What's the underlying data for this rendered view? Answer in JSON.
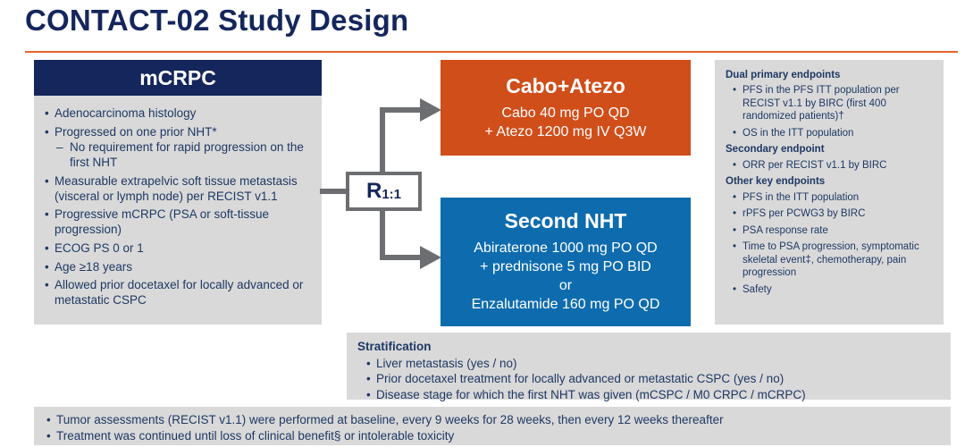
{
  "title": "CONTACT-02 Study Design",
  "colors": {
    "navy_header": "#14265C",
    "body_text": "#1F3864",
    "arm_orange": "#D04E1A",
    "arm_blue": "#0E6CAE",
    "panel_gray": "#D9D9D9",
    "connector_gray": "#6D6E71",
    "title_rule_orange": "#E8632A"
  },
  "eligibility": {
    "header": "mCRPC",
    "bullets": [
      {
        "text": "Adenocarcinoma histology"
      },
      {
        "text": "Progressed on one prior NHT*",
        "sub": [
          "No requirement for rapid progression on the first NHT"
        ]
      },
      {
        "text": "Measurable extrapelvic soft tissue metastasis (visceral or lymph node) per RECIST v1.1"
      },
      {
        "text": "Progressive mCRPC (PSA or soft-tissue progression)"
      },
      {
        "text": "ECOG PS 0 or 1"
      },
      {
        "text": "Age ≥18 years"
      },
      {
        "text": "Allowed prior docetaxel for locally advanced or metastatic CSPC"
      }
    ]
  },
  "randomization": {
    "label": "R",
    "ratio": "1:1"
  },
  "arm_experimental": {
    "title": "Cabo+Atezo",
    "lines": [
      "Cabo 40 mg PO QD",
      "+ Atezo 1200 mg IV Q3W"
    ]
  },
  "arm_control": {
    "title": "Second NHT",
    "lines": [
      "Abiraterone 1000 mg PO QD",
      "+ prednisone 5 mg PO BID",
      "or",
      "Enzalutamide 160 mg PO QD"
    ]
  },
  "endpoints": {
    "sections": [
      {
        "heading": "Dual primary endpoints",
        "bullets": [
          "PFS in the PFS ITT population per RECIST v1.1 by BIRC (first 400 randomized patients)†",
          "OS in the ITT population"
        ]
      },
      {
        "heading": "Secondary endpoint",
        "bullets": [
          "ORR per RECIST v1.1 by BIRC"
        ]
      },
      {
        "heading": "Other key endpoints",
        "bullets": [
          "PFS in the ITT population",
          "rPFS per PCWG3 by BIRC",
          "PSA response rate",
          "Time to PSA progression, symptomatic skeletal event‡, chemotherapy, pain progression",
          "Safety"
        ]
      }
    ]
  },
  "stratification": {
    "heading": "Stratification",
    "bullets": [
      "Liver metastasis (yes / no)",
      "Prior docetaxel treatment for locally advanced or metastatic CSPC (yes / no)",
      "Disease stage for which the first NHT was given (mCSPC / M0 CRPC / mCRPC)"
    ]
  },
  "footnotes": {
    "bullets": [
      "Tumor assessments (RECIST v1.1) were performed at baseline, every 9 weeks for 28 weeks, then every 12 weeks thereafter",
      "Treatment was continued until loss of clinical benefit§ or intolerable toxicity"
    ]
  }
}
